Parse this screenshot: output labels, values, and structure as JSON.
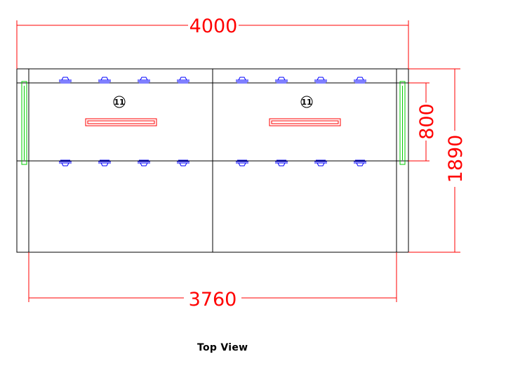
{
  "dimensions": {
    "overall_length": "4000",
    "inner_length": "3760",
    "depth": "1890",
    "inner_depth": "800"
  },
  "balloons": [
    "11",
    "11"
  ],
  "caption": "Top View",
  "colors": {
    "outline": "#000000",
    "dimension": "#ff0000",
    "fixture": "#0000ff",
    "side_panel": "#00cc00"
  }
}
